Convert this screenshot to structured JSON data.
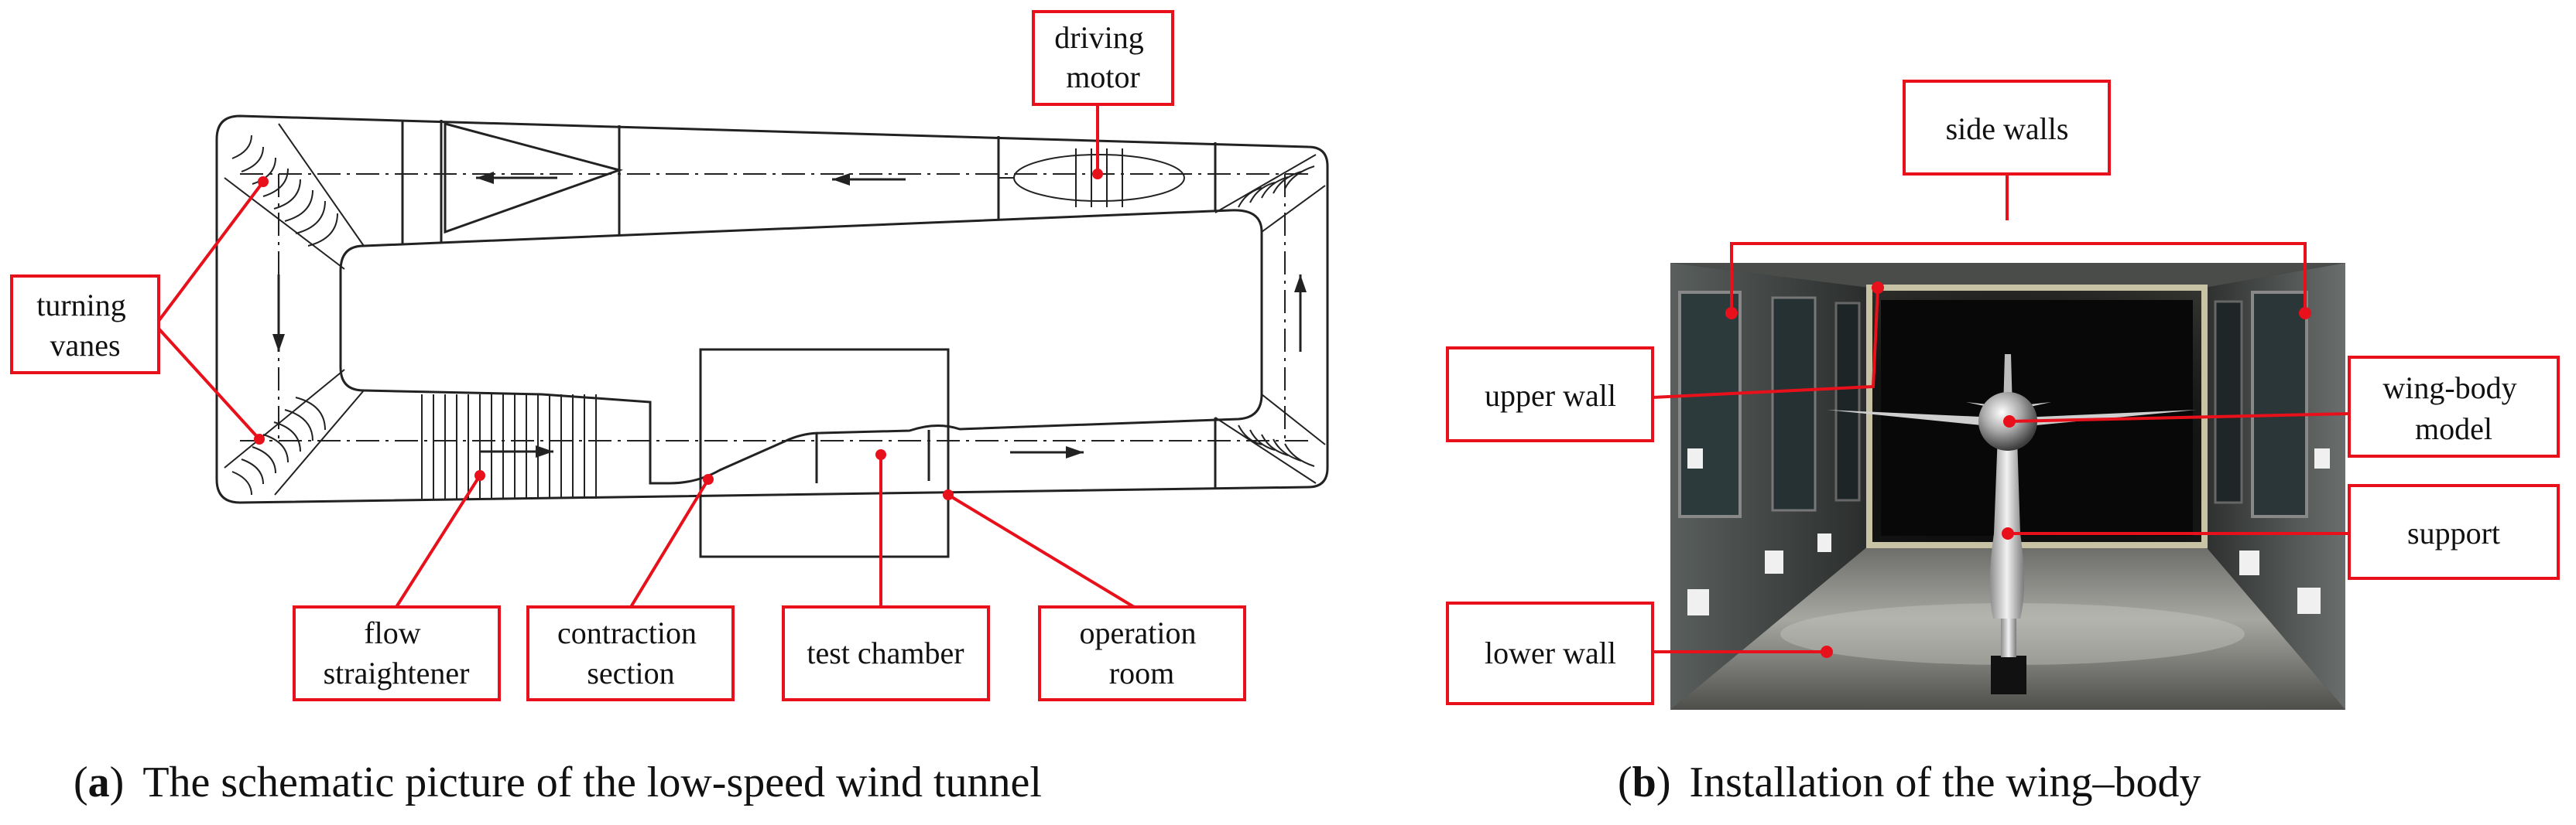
{
  "colors": {
    "callout": "#e8101b",
    "ink": "#222222",
    "photo_dark": "#0c0c0c"
  },
  "panel_a": {
    "labels": {
      "driving_motor": [
        "driving",
        "motor"
      ],
      "turning_vanes": [
        "turning",
        "vanes"
      ],
      "flow_straightener": [
        "flow",
        "straightener"
      ],
      "contraction_section": [
        "contraction",
        "section"
      ],
      "test_chamber": "test chamber",
      "operation_room": [
        "operation",
        "room"
      ]
    },
    "caption": {
      "letter": "a",
      "text": "The schematic picture of the low-speed wind tunnel"
    }
  },
  "panel_b": {
    "labels": {
      "side_walls": "side walls",
      "upper_wall": "upper wall",
      "wing_body_model": [
        "wing-body",
        "model"
      ],
      "support": "support",
      "lower_wall": "lower wall"
    },
    "caption": {
      "letter": "b",
      "text": "Installation of the wing–body"
    }
  }
}
